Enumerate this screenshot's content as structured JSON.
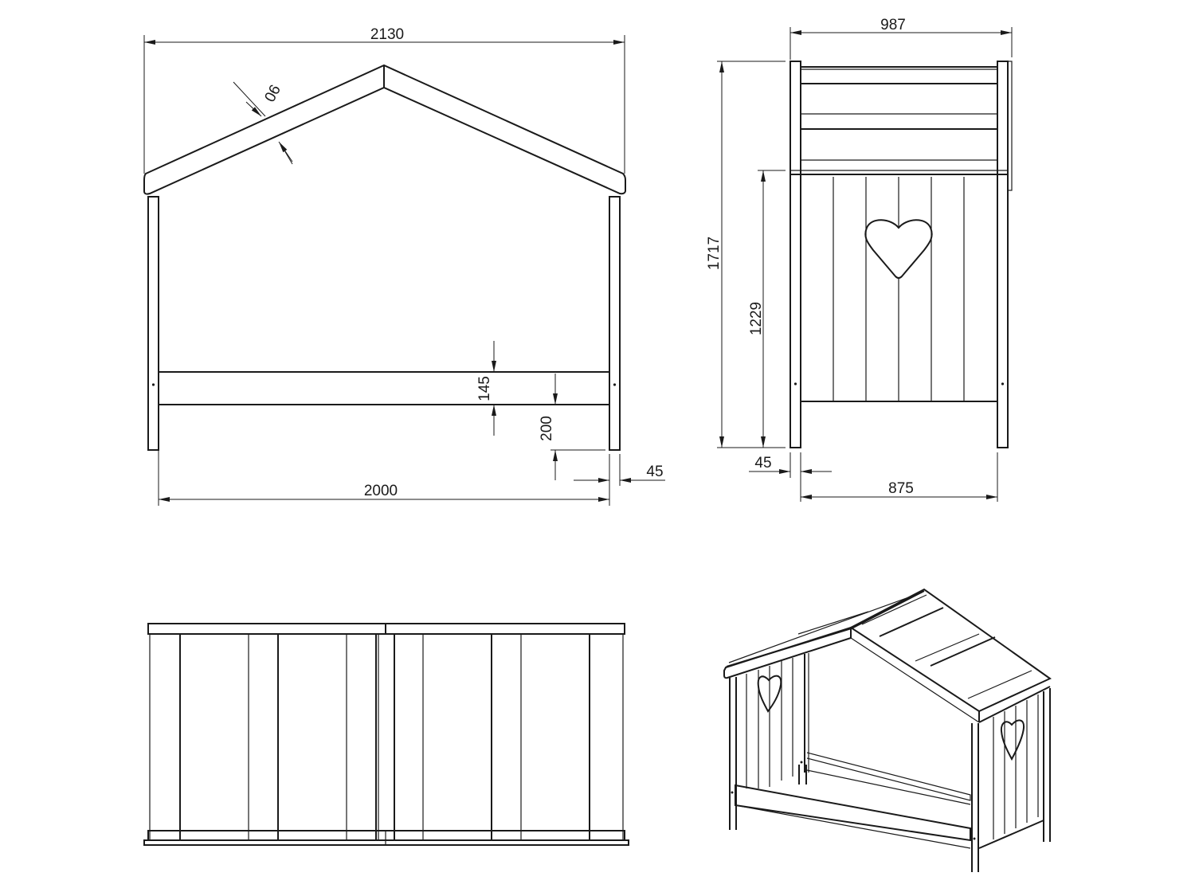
{
  "drawing": {
    "subject": "House-shaped children's bed, dimensioned views",
    "line_color": "#1a1a1a",
    "background": "#ffffff",
    "units": "mm"
  },
  "views": {
    "front": {
      "label": "front-elevation",
      "dimensions": {
        "overall_width": "2130",
        "roof_thickness": "90",
        "rail_height": "145",
        "rail_clearance": "200",
        "post_width": "45",
        "inner_length": "2000"
      }
    },
    "side": {
      "label": "side-elevation",
      "dimensions": {
        "overall_depth": "987",
        "overall_height": "1717",
        "headboard_height": "1229",
        "post_width": "45",
        "inner_width": "875"
      },
      "feature": "heart-cutout"
    },
    "top": {
      "label": "top-view-roof-panels"
    },
    "isometric": {
      "label": "isometric-view",
      "feature": "heart-cutouts-both-ends"
    }
  }
}
